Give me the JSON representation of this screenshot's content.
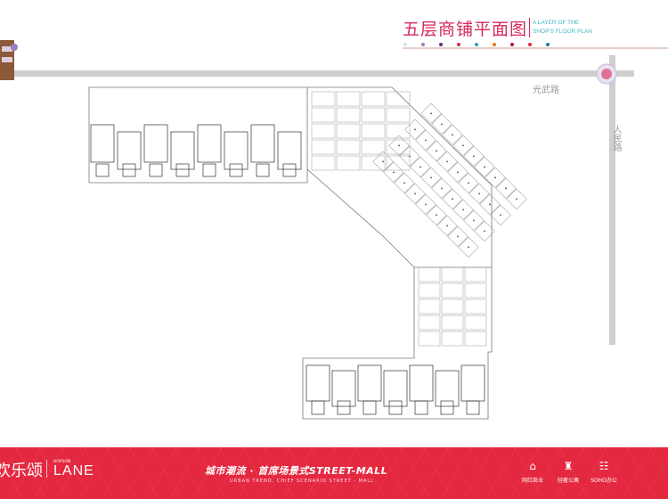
{
  "header": {
    "title_zh": "五层商铺平面图",
    "title_en_line1": "A LAYER OF THE",
    "title_en_line2": "SHOP'S FLOOR PLAN",
    "dot_colors": [
      "#cfe3ea",
      "#a57bb0",
      "#6a2a7a",
      "#d6285a",
      "#2aa3b4",
      "#e07b25",
      "#b0124a",
      "#e4283f",
      "#1b7a9a"
    ],
    "accent": "#d6285a"
  },
  "map": {
    "road_horizontal": "光武路",
    "road_vertical": "人民路"
  },
  "footer": {
    "brand_zh": "欢乐颂",
    "brand_small": "HOPSON",
    "brand_lane": "LANE",
    "slogan": "城市潮流 · 首席场景式STREET-MALL",
    "slogan_en": "URBAN TREND, CHIEF SCENARIO STREET - MALL",
    "features": [
      {
        "icon": "red-shop-icon",
        "glyph": "⌂",
        "label": "网红商业"
      },
      {
        "icon": "apartment-icon",
        "glyph": "♜",
        "label": "轻奢公寓"
      },
      {
        "icon": "people-office-icon",
        "glyph": "☷",
        "label": "SOHO办公"
      }
    ],
    "bg_color": "#e4283f"
  }
}
